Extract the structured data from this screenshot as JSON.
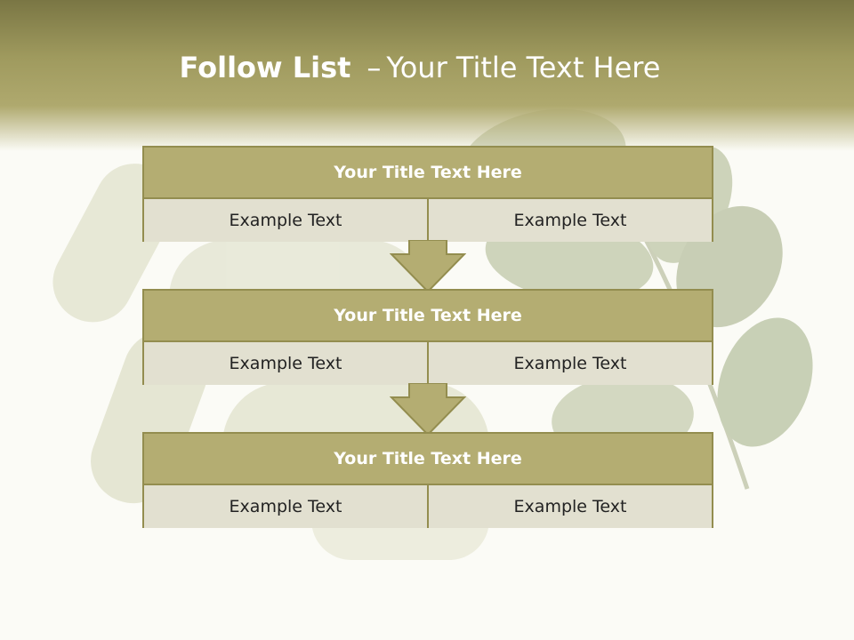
{
  "title": {
    "bold": "Follow List",
    "dash": "–",
    "rest": "Your Title Text Here"
  },
  "blocks": [
    {
      "title": "Your Title Text Here",
      "left": "Example Text",
      "right": "Example Text"
    },
    {
      "title": "Your Title Text Here",
      "left": "Example Text",
      "right": "Example Text"
    },
    {
      "title": "Your Title Text Here",
      "left": "Example Text",
      "right": "Example Text"
    }
  ],
  "colors": {
    "header": "#a5a066",
    "block_title": "#b4ad72",
    "cell": "#e2e0d0",
    "border": "#938d4f"
  }
}
